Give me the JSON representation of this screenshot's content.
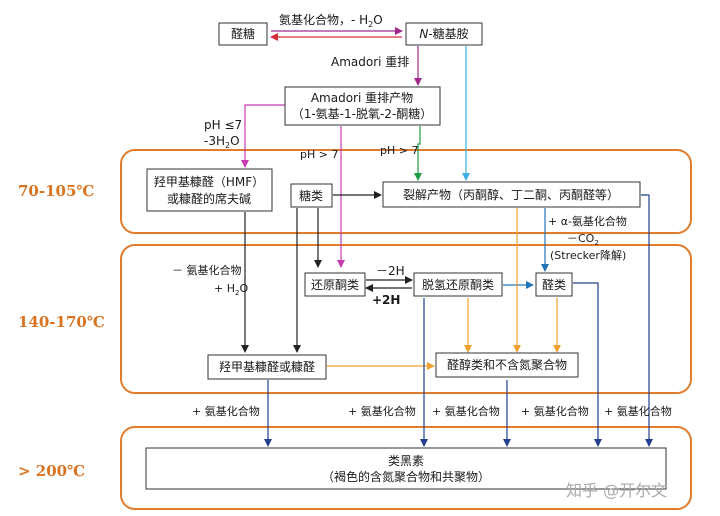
{
  "zones": {
    "z1": "70-105℃",
    "z2": "140-170℃",
    "z3": "> 200℃"
  },
  "boxes": {
    "aldose": "醛糖",
    "glycosylamine": "-糖基胺",
    "glycosylamine_prefix": "N",
    "amadori_line1": "Amadori 重排产物",
    "amadori_line2": "（1-氨基-1-脱氧-2-酮糖）",
    "hmf_line1": "羟甲基糠醛（HMF）",
    "hmf_line2": "或糠醛的席夫碱",
    "sugars": "糖类",
    "fission": "裂解产物（丙酮醇、丁二酮、丙酮醛等）",
    "reductones": "还原酮类",
    "dehydro": "脱氢还原酮类",
    "aldehydes": "醛类",
    "hmf_furfural": "羟甲基糠醛或糠醛",
    "aldols": "醛醇类和不含氮聚合物",
    "melanoidins_line1": "类黑素",
    "melanoidins_line2": "（褐色的含氮聚合物和共聚物）"
  },
  "labels": {
    "top_reaction": "氨基化合物，- H",
    "top_reaction_sub": "2",
    "top_reaction_end": "O",
    "amadori_rearr": "Amadori 重排",
    "ph_le7": "pH ≤7",
    "minus_3h2o_pre": "-3H",
    "minus_3h2o_sub": "2",
    "minus_3h2o_end": "O",
    "ph_gt7_a": "pH > 7",
    "ph_gt7_b": "pH > 7",
    "minus_amino": "－ 氨基化合物",
    "plus_h2o_pre": "+ H",
    "plus_h2o_sub": "2",
    "plus_h2o_end": "O",
    "minus_2h": "－2H",
    "plus_2h": "+2H",
    "alpha_amino": "+ α-氨基化合物",
    "minus_co2_pre": "－CO",
    "minus_co2_sub": "2",
    "strecker": "(Strecker降解)",
    "plus_amino_1": "+ 氨基化合物",
    "plus_amino_2": "+ 氨基化合物",
    "plus_amino_3": "+ 氨基化合物",
    "plus_amino_4": "+ 氨基化合物",
    "plus_amino_5": "+ 氨基化合物"
  },
  "watermark": "知乎 @开尔文",
  "colors": {
    "zone_border": "#e07c2c",
    "zone_text": "#d9731f",
    "red": "#d62d3a",
    "purple": "#a0298e",
    "magenta": "#c63bb2",
    "cyan": "#3bb0e0",
    "green": "#1e9b45",
    "orange": "#f0a030",
    "navy": "#22408e",
    "teal_blue": "#1f73b7",
    "black": "#222222"
  }
}
